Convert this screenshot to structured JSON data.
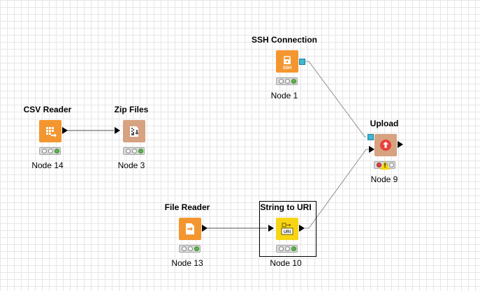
{
  "workflow": {
    "nodes": [
      {
        "id": "ssh",
        "title": "SSH Connection",
        "label": "Node 1",
        "icon": "lock-ssh-icon",
        "icon_text": "SSH",
        "color": "#f4962f",
        "status": [
          "idle",
          "idle",
          "green"
        ]
      },
      {
        "id": "csv",
        "title": "CSV Reader",
        "label": "Node 14",
        "icon": "table-arrow-icon",
        "color": "#f4962f",
        "status": [
          "idle",
          "idle",
          "green"
        ]
      },
      {
        "id": "zip",
        "title": "Zip Files",
        "label": "Node 3",
        "icon": "zip-file-icon",
        "color": "#d6a280",
        "status": [
          "idle",
          "idle",
          "green"
        ]
      },
      {
        "id": "upload",
        "title": "Upload",
        "label": "Node 9",
        "icon": "upload-icon",
        "color": "#d6a280",
        "status": [
          "red",
          "warning",
          "idle"
        ]
      },
      {
        "id": "filereader",
        "title": "File Reader",
        "label": "Node 13",
        "icon": "file-arrow-icon",
        "color": "#f4962f",
        "status": [
          "idle",
          "idle",
          "green"
        ]
      },
      {
        "id": "string2uri",
        "title": "String to URI",
        "label": "Node 10",
        "icon": "string-uri-icon",
        "icon_text": "URI",
        "color": "#f7d514",
        "status": [
          "idle",
          "idle",
          "green"
        ]
      }
    ],
    "connections": [
      {
        "from": "csv",
        "to": "zip"
      },
      {
        "from": "filereader",
        "to": "string2uri"
      },
      {
        "from": "ssh",
        "to": "upload"
      },
      {
        "from": "string2uri",
        "to": "upload"
      }
    ],
    "colors": {
      "orange": "#f4962f",
      "tan": "#d6a280",
      "yellow": "#f7d514",
      "connection_port": "#3fb7d1",
      "status_green": "#58b846",
      "status_red": "#e04040",
      "warning_yellow": "#f6d200"
    }
  }
}
